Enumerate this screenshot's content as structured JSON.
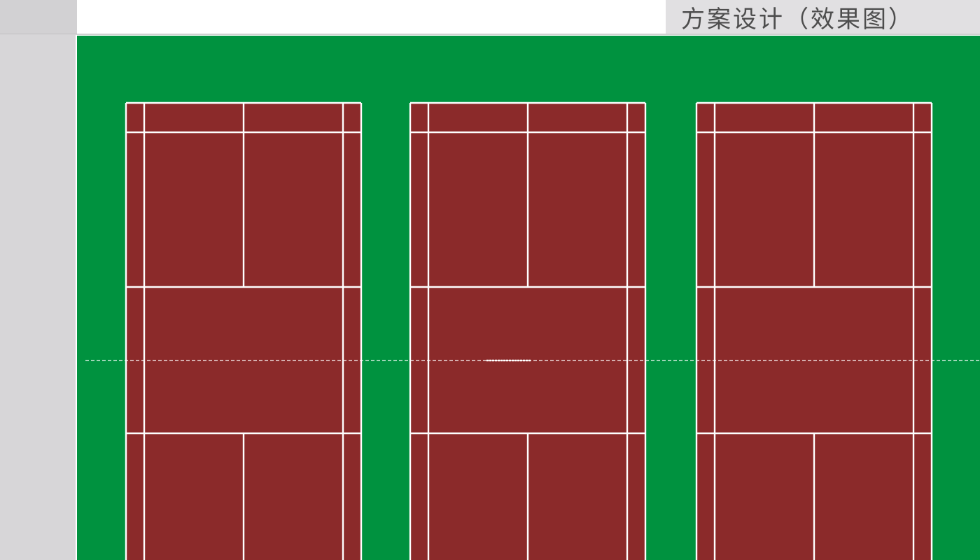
{
  "header": {
    "title": "方案设计（效果图）"
  },
  "colors": {
    "field": "#00923f",
    "court_surface": "#8b2a2a",
    "court_lines": "#ffffff",
    "sidebar": "#d7d6d8",
    "title_background": "#e1e0e2",
    "title_text": "#4d4d4d"
  },
  "diagram": {
    "type": "badminton-court-layout",
    "court_count": 3,
    "courts": [
      {
        "label": ""
      },
      {
        "label": ""
      },
      {
        "label": ""
      }
    ]
  }
}
